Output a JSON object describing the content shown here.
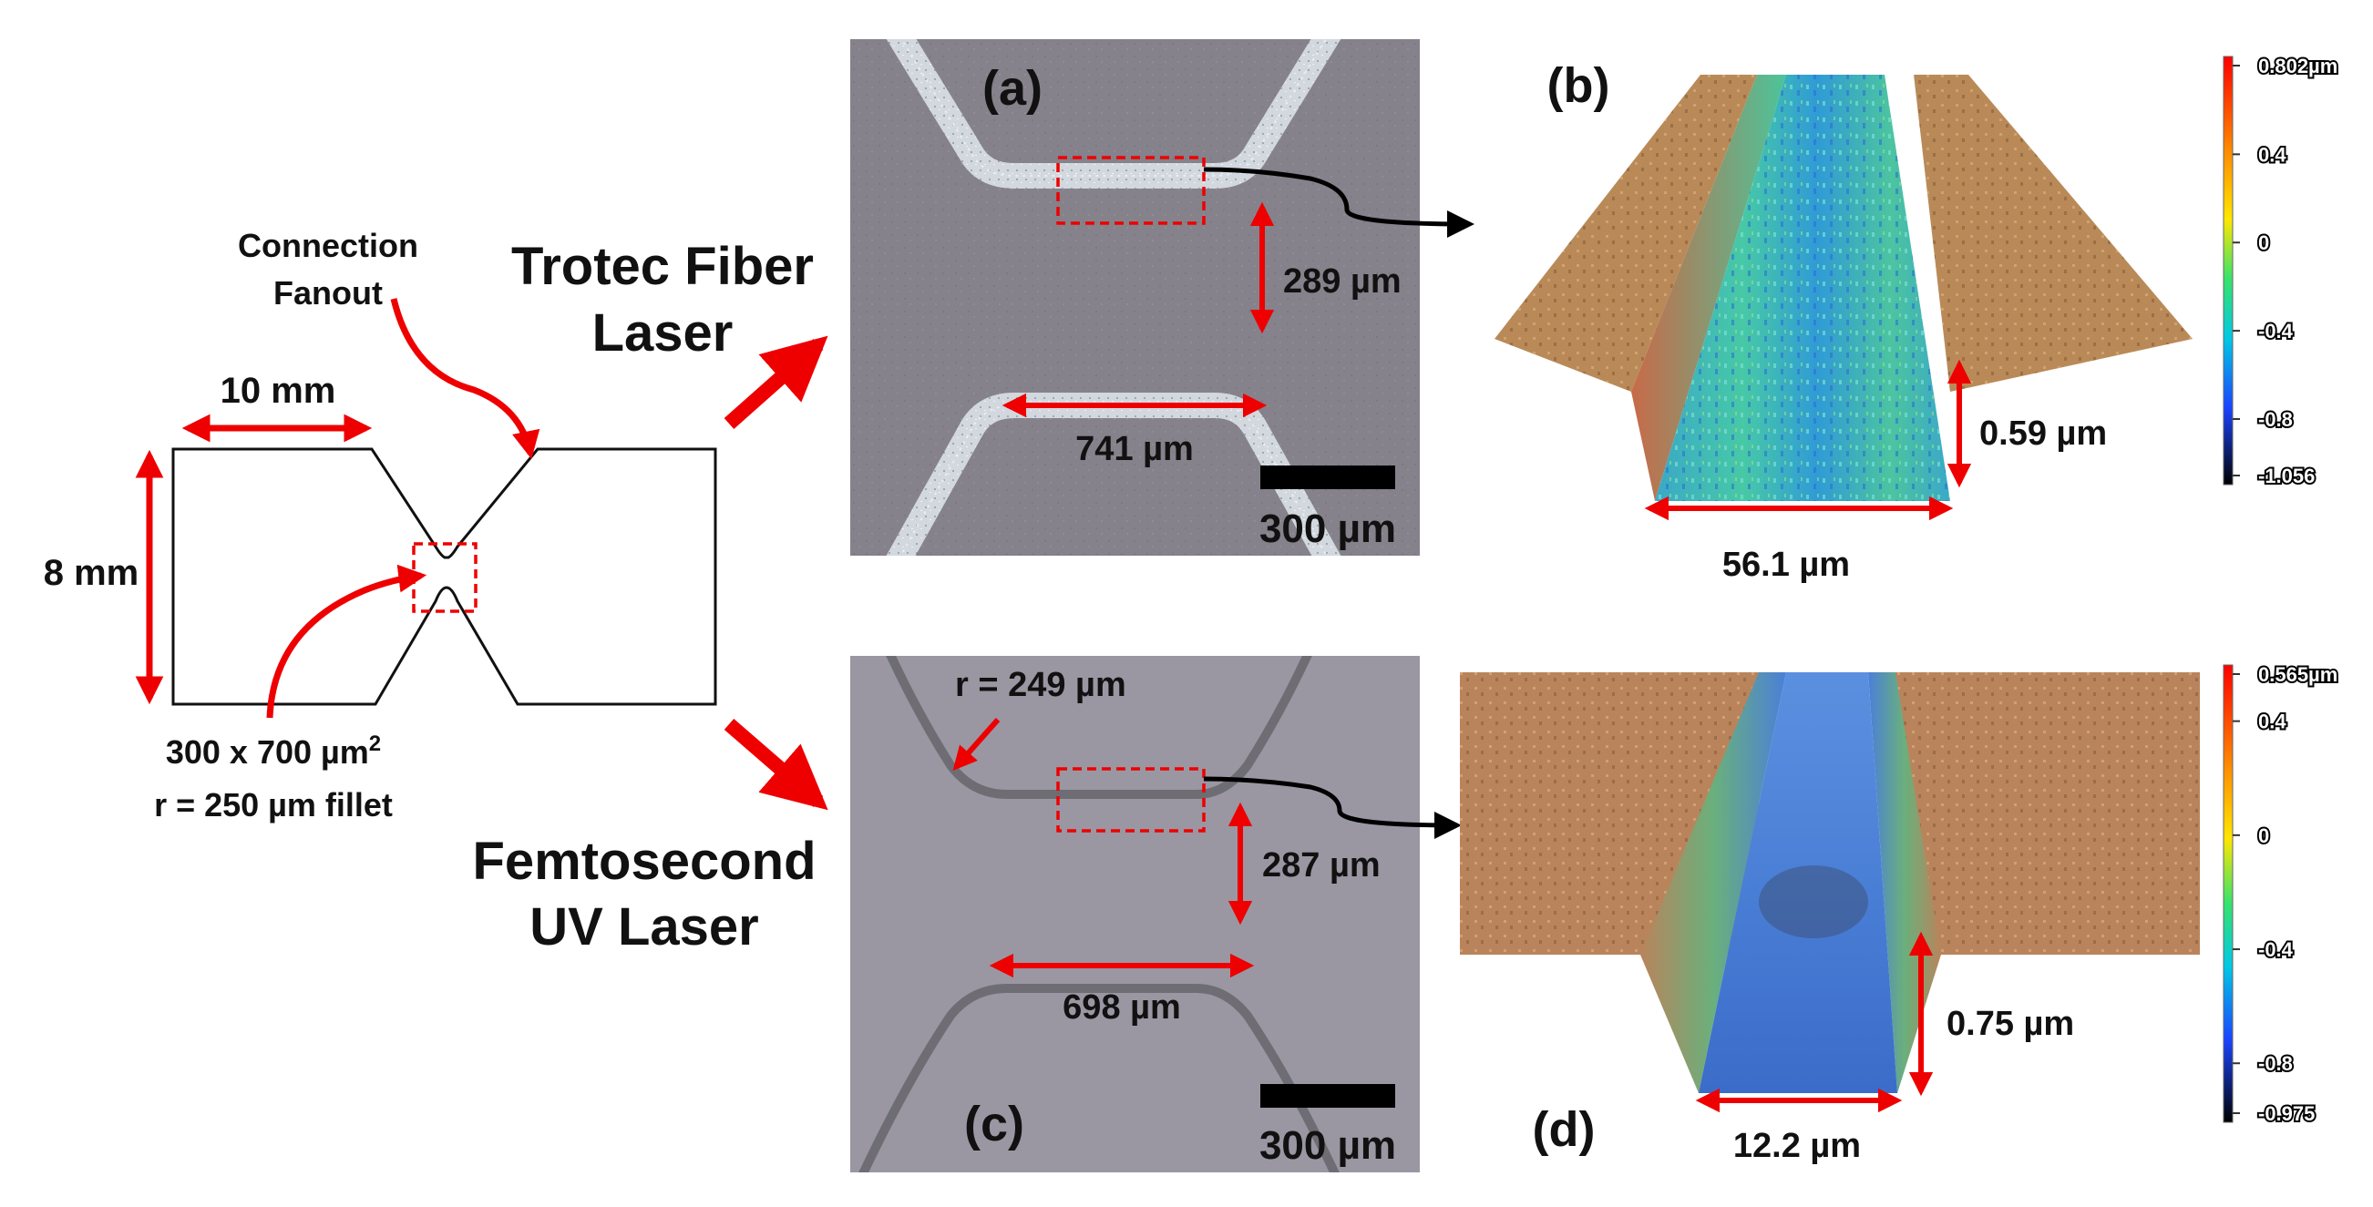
{
  "colors": {
    "arrow": "#ee0000",
    "outline": "#111111",
    "micrograph_fiber_bg": "#85828b",
    "micrograph_femto_bg": "#9a97a3",
    "track_fiber": "#cfd5dc",
    "track_femto": "#6f6d74",
    "surface_high": "#b8895a",
    "surface_low_b": "#3cc0a8",
    "surface_low_d": "#4a80d8"
  },
  "schematic": {
    "label_10mm": "10 mm",
    "label_8mm": "8 mm",
    "fanout_line1": "Connection",
    "fanout_line2": "Fanout",
    "dim_line1_base": "300 x 700 µm",
    "dim_line1_sup": "2",
    "dim_line2": "r = 250 µm fillet"
  },
  "methods": {
    "fiber_line1": "Trotec Fiber",
    "fiber_line2": "Laser",
    "femto_line1": "Femtosecond",
    "femto_line2": "UV Laser"
  },
  "panel_a": {
    "tag": "(a)",
    "gap": "289 µm",
    "width": "741 µm",
    "scalebar": "300 µm"
  },
  "panel_b": {
    "tag": "(b)",
    "depth": "0.59 µm",
    "width": "56.1 µm",
    "colorbar": {
      "ticks": [
        "0.802µm",
        "0.4",
        "0",
        "-0.4",
        "-0.8",
        "-1.056"
      ],
      "values": [
        0.802,
        0.4,
        0,
        -0.4,
        -0.8,
        -1.056
      ]
    }
  },
  "panel_c": {
    "tag": "(c)",
    "radius": "r = 249 µm",
    "gap": "287 µm",
    "width": "698 µm",
    "scalebar": "300 µm"
  },
  "panel_d": {
    "tag": "(d)",
    "depth": "0.75 µm",
    "width": "12.2 µm",
    "colorbar": {
      "ticks": [
        "0.565µm",
        "0.4",
        "0",
        "-0.4",
        "-0.8",
        "-0.975"
      ],
      "values": [
        0.565,
        0.4,
        0,
        -0.4,
        -0.8,
        -0.975
      ]
    }
  }
}
